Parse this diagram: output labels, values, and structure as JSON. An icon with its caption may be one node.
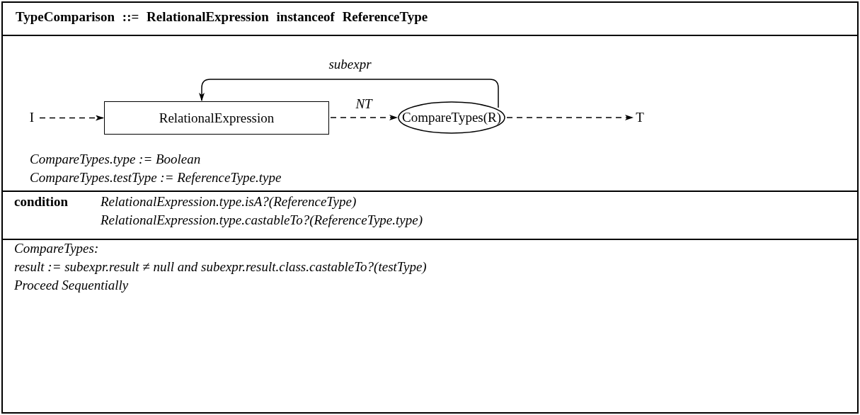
{
  "diagram": {
    "title": "TypeComparison ::= RelationalExpression instanceof ReferenceType",
    "nodes": [
      {
        "text": [
          "I"
        ]
      },
      {
        "text": [
          "RelationalExpression"
        ]
      },
      {
        "text": [
          "CompareTypes(R)"
        ]
      },
      {
        "text": [
          "T"
        ]
      }
    ],
    "edges": [
      {
        "from": 0,
        "to": 1,
        "arrow": "to",
        "style": "dashed"
      },
      {
        "from": 1,
        "to": 2,
        "arrow": "to",
        "style": "dashed",
        "label": "NT"
      },
      {
        "from": 2,
        "to": 1,
        "arrow": "to",
        "label": "subexpr"
      },
      {
        "from": 2,
        "to": 3,
        "arrow": "to",
        "style": "dashed"
      }
    ],
    "labels": [
      "CompareTypes.type := Boolean",
      "CompareTypes.testType := ReferenceType.type",
      "condition",
      "RelationalExpression.type.isA?(ReferenceType)",
      "RelationalExpression.type.castableTo?(ReferenceType.type)",
      "CompareTypes:",
      "result := subexpr.result ≠ null and subexpr.result.class.castableTo?(testType)",
      "Proceed Sequentially"
    ]
  }
}
